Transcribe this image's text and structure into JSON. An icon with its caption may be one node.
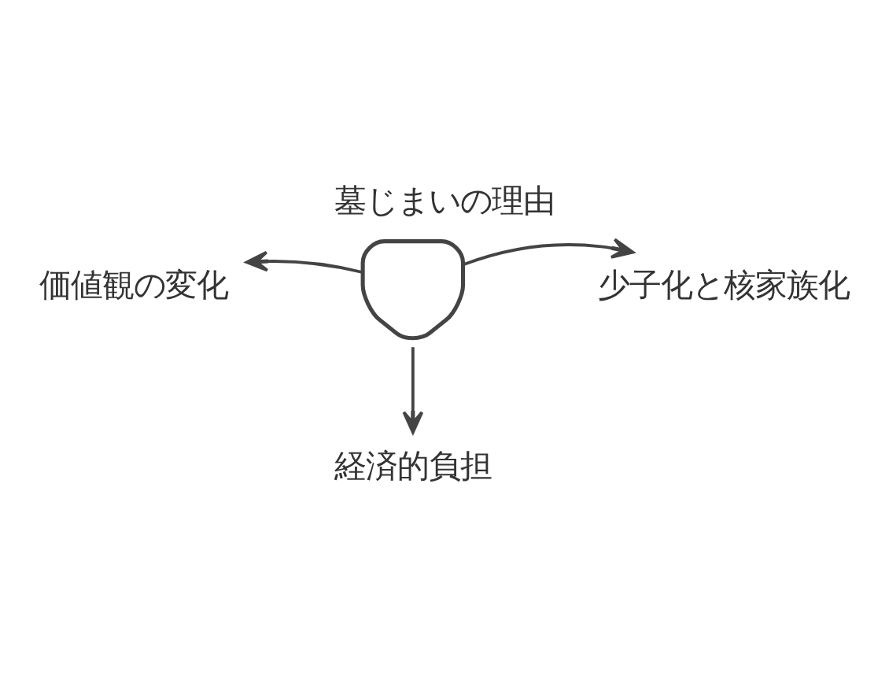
{
  "diagram": {
    "title": "墓じまいの理由",
    "nodes": [
      {
        "text": [],
        "shape": "pin"
      },
      {
        "text": [
          "価値観の変化"
        ]
      },
      {
        "text": [
          "少子化と核家族化"
        ]
      },
      {
        "text": [
          "経済的負担"
        ]
      }
    ],
    "edges": [
      {
        "from": 0,
        "to": 1,
        "arrow": "to"
      },
      {
        "from": 0,
        "to": 2,
        "arrow": "to"
      },
      {
        "from": 0,
        "to": 3,
        "arrow": "to"
      }
    ]
  }
}
